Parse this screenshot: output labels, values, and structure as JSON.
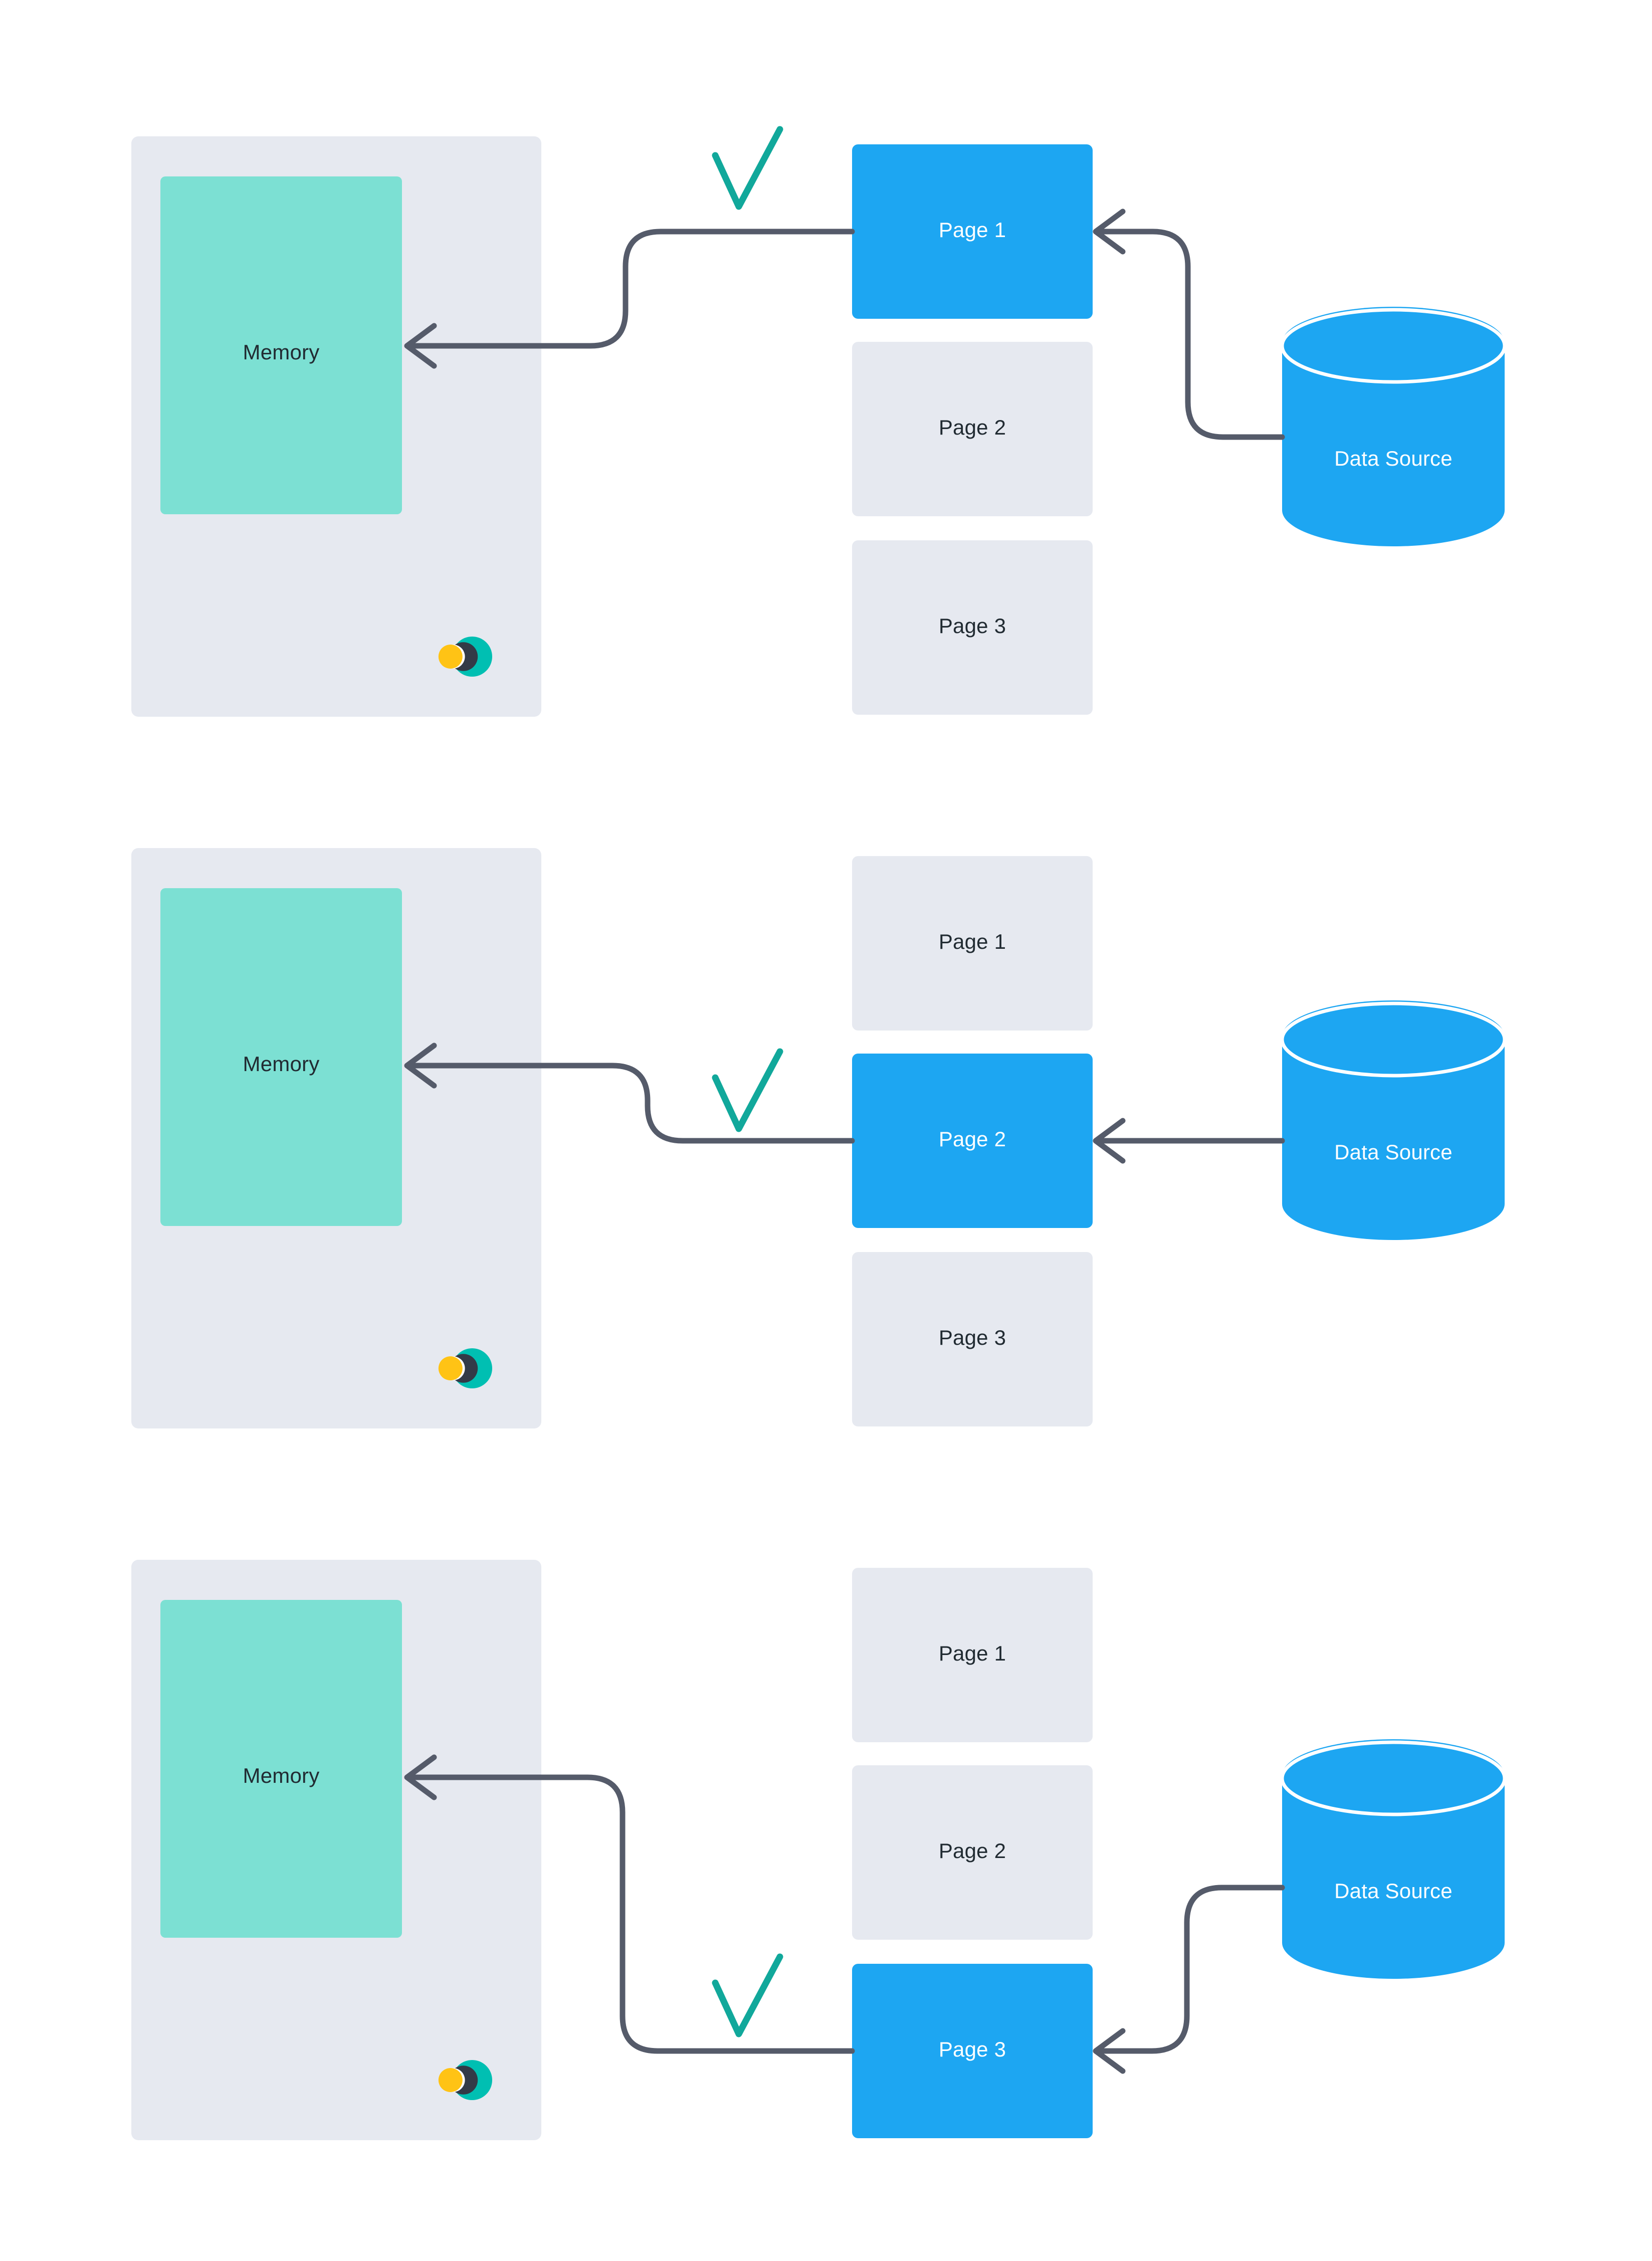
{
  "diagram": {
    "title": "Paging / demand-loading of pages from a data source into memory",
    "type": "three-step-sequence",
    "colors": {
      "background": "#ffffff",
      "panel_fill": "#e6e9f0",
      "memory_fill": "#7ce0d3",
      "page_inactive_fill": "#e6e9f0",
      "page_active_fill": "#1da6f2",
      "datasource_fill": "#1da6f2",
      "connector_stroke": "#555b6a",
      "check_stroke": "#11a89b",
      "text_dark": "#212b32",
      "text_light": "#ffffff",
      "logo_teal": "#00bfb2",
      "logo_navy": "#333a47",
      "logo_yellow": "#ffc315"
    },
    "icons": {
      "logo": "logo-icon",
      "check": "check-icon",
      "arrow": "arrow-left-icon",
      "cylinder": "database-cylinder-icon"
    },
    "steps": [
      {
        "id": "step-1",
        "active_page": "Page 1",
        "memory_label": "Memory",
        "datasource_label": "Data Source",
        "pages": [
          {
            "label": "Page 1",
            "active": true
          },
          {
            "label": "Page 2",
            "active": false
          },
          {
            "label": "Page 3",
            "active": false
          }
        ],
        "check_visible": true
      },
      {
        "id": "step-2",
        "active_page": "Page 2",
        "memory_label": "Memory",
        "datasource_label": "Data Source",
        "pages": [
          {
            "label": "Page 1",
            "active": false
          },
          {
            "label": "Page 2",
            "active": true
          },
          {
            "label": "Page 3",
            "active": false
          }
        ],
        "check_visible": true
      },
      {
        "id": "step-3",
        "active_page": "Page 3",
        "memory_label": "Memory",
        "datasource_label": "Data Source",
        "pages": [
          {
            "label": "Page 1",
            "active": false
          },
          {
            "label": "Page 2",
            "active": false
          },
          {
            "label": "Page 3",
            "active": true
          }
        ],
        "check_visible": true
      }
    ]
  }
}
